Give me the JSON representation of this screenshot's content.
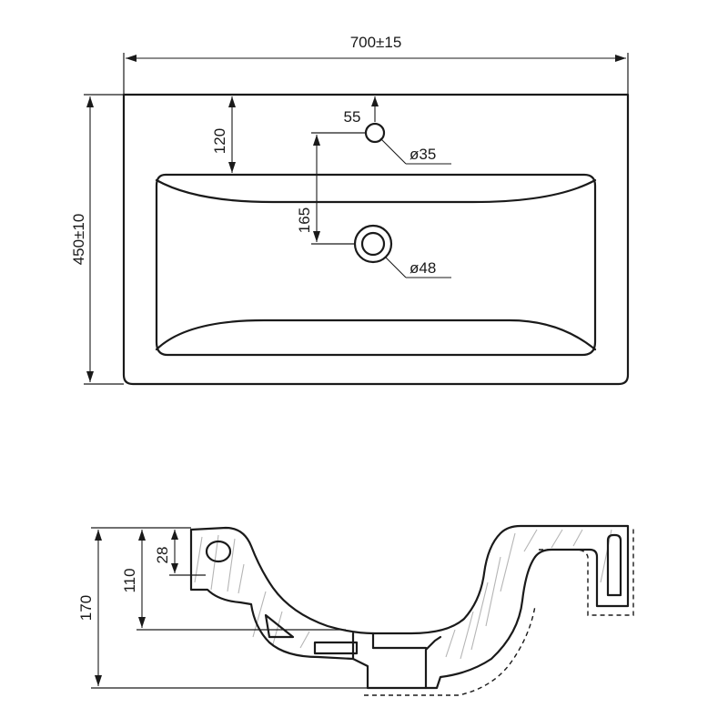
{
  "top_view": {
    "width_label": "700±15",
    "depth_label": "450±10",
    "bowl_offset_label": "120",
    "tap_offset_label": "55",
    "drain_offset_label": "165",
    "tap_hole_label": "ø35",
    "drain_hole_label": "ø48"
  },
  "side_view": {
    "overall_height_label": "170",
    "bowl_depth_label": "110",
    "rim_label": "28"
  },
  "colors": {
    "line": "#1a1a1a",
    "hatch": "#b5b5b5",
    "background": "#ffffff"
  }
}
